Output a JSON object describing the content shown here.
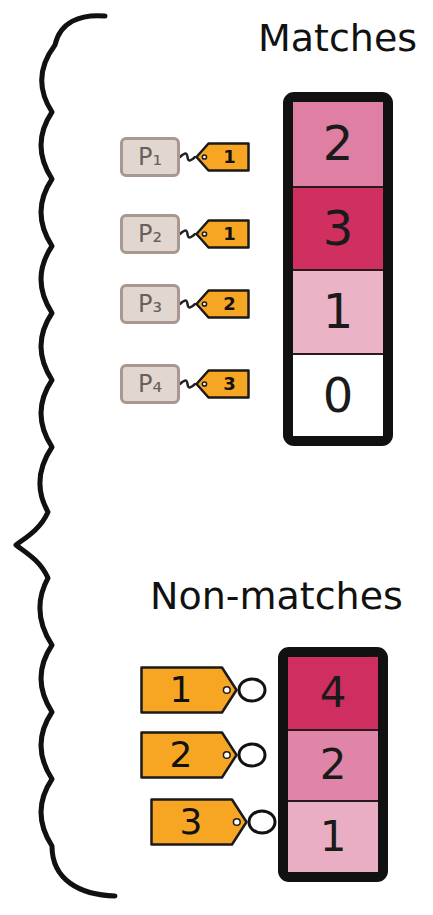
{
  "diagram": {
    "nodes": [
      {
        "text": [
          "P₁"
        ]
      },
      {
        "text": [
          "1"
        ]
      },
      {
        "text": [
          "2"
        ]
      },
      {
        "text": [
          "P₂"
        ]
      },
      {
        "text": [
          "1"
        ]
      },
      {
        "text": [
          "3"
        ]
      },
      {
        "text": [
          "P₃"
        ]
      },
      {
        "text": [
          "2"
        ]
      },
      {
        "text": [
          "1"
        ]
      },
      {
        "text": [
          "P₄"
        ]
      },
      {
        "text": [
          "3"
        ]
      },
      {
        "text": [
          "0"
        ]
      },
      {
        "text": [
          "1"
        ]
      },
      {
        "text": [
          "4"
        ]
      },
      {
        "text": [
          "2"
        ]
      },
      {
        "text": [
          "2"
        ]
      },
      {
        "text": [
          "3"
        ]
      },
      {
        "text": [
          "1"
        ]
      }
    ],
    "edges": [
      {
        "from": 0,
        "to": 1,
        "arrow": "none"
      },
      {
        "from": 3,
        "to": 4,
        "arrow": "none"
      },
      {
        "from": 6,
        "to": 7,
        "arrow": "none"
      },
      {
        "from": 9,
        "to": 10,
        "arrow": "none"
      }
    ],
    "labels": [
      "Matches",
      "Non-matches"
    ]
  }
}
